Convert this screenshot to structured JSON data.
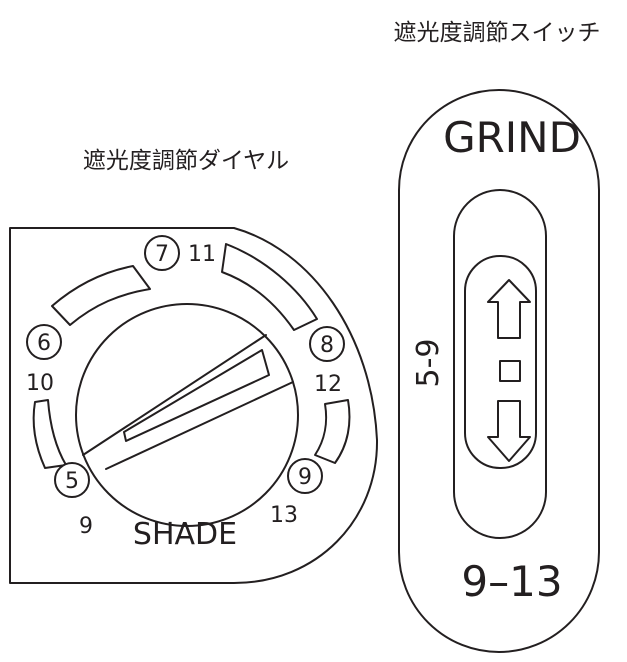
{
  "switch": {
    "caption": "遮光度調節スイッチ",
    "top_label": "GRIND",
    "side_label": "5-9",
    "bottom_label": "9–13"
  },
  "dial": {
    "caption": "遮光度調節ダイヤル",
    "center_label": "SHADE",
    "circled": {
      "n7": "7",
      "n6": "6",
      "n8": "8",
      "n5": "5",
      "n9": "9"
    },
    "plain": {
      "n11": "11",
      "n10": "10",
      "n12": "12",
      "n9": "9",
      "n13": "13"
    }
  },
  "colors": {
    "ink": "#231f20",
    "background": "#ffffff"
  }
}
